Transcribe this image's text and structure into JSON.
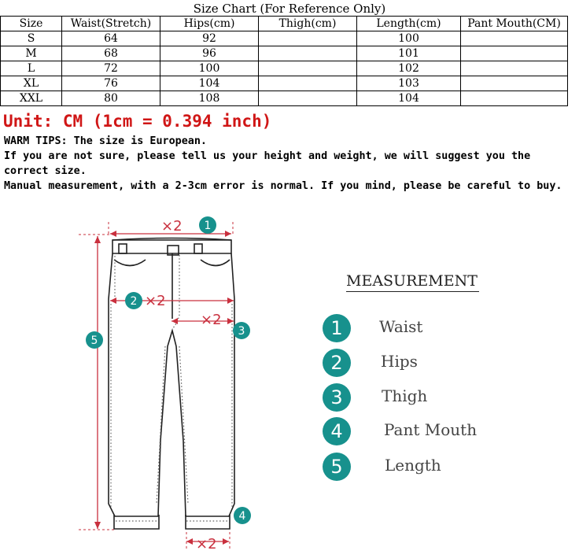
{
  "table": {
    "title": "Size Chart  (For Reference Only)",
    "headers": [
      "Size",
      "Waist(Stretch)",
      "Hips(cm)",
      "Thigh(cm)",
      "Length(cm)",
      "Pant Mouth(CM)"
    ],
    "rows": [
      [
        "S",
        "64",
        "92",
        "",
        "100",
        ""
      ],
      [
        "M",
        "68",
        "96",
        "",
        "101",
        ""
      ],
      [
        "L",
        "72",
        "100",
        "",
        "102",
        ""
      ],
      [
        "XL",
        "76",
        "104",
        "",
        "103",
        ""
      ],
      [
        "XXL",
        "80",
        "108",
        "",
        "104",
        ""
      ]
    ]
  },
  "unit_text": "Unit: CM (1cm = 0.394 inch)",
  "tips": [
    "WARM TIPS: The size is European.",
    "If you are not sure, please tell us your height and weight, we will suggest you the correct size.",
    "Manual measurement, with a 2-3cm error is normal. If you mind, please be careful to buy."
  ],
  "diagram": {
    "markers": {
      "waist_x2": "×2",
      "hips_x2": "×2",
      "thigh_x2": "×2",
      "mouth_x2": "×2",
      "n1": "1",
      "n2": "2",
      "n3": "3",
      "n4": "4",
      "n5": "5"
    },
    "legend_title": "MEASUREMENT",
    "legend": [
      {
        "num": "1",
        "label": "Waist"
      },
      {
        "num": "2",
        "label": "Hips"
      },
      {
        "num": "3",
        "label": "Thigh"
      },
      {
        "num": "4",
        "label": "Pant Mouth"
      },
      {
        "num": "5",
        "label": "Length"
      }
    ],
    "colors": {
      "badge": "#17918d",
      "arrow": "#c9303e",
      "unit_text": "#d01616"
    }
  }
}
